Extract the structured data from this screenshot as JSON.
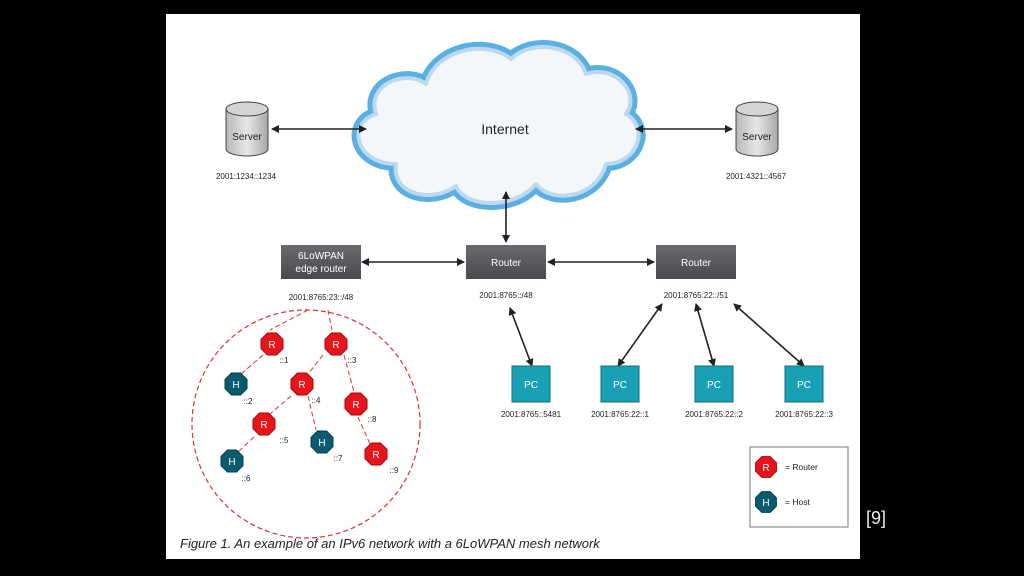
{
  "internet": {
    "label": "Internet"
  },
  "servers": [
    {
      "label": "Server",
      "address": "2001:1234::1234"
    },
    {
      "label": "Server",
      "address": "2001:4321::4567"
    }
  ],
  "edge_router": {
    "label_line1": "6LoWPAN",
    "label_line2": "edge router",
    "address": "2001:8765:23::/48"
  },
  "routers": [
    {
      "label": "Router",
      "address": "2001:8765::/48"
    },
    {
      "label": "Router",
      "address": "2001:8765:22::/51"
    }
  ],
  "pcs": [
    {
      "label": "PC",
      "address": "2001:8765::5481"
    },
    {
      "label": "PC",
      "address": "2001:8765:22::1"
    },
    {
      "label": "PC",
      "address": "2001:8765:22::2"
    },
    {
      "label": "PC",
      "address": "2001:8765:22::3"
    }
  ],
  "mesh_nodes": [
    {
      "letter": "R",
      "addr": "::1",
      "kind": "router"
    },
    {
      "letter": "R",
      "addr": "::3",
      "kind": "router"
    },
    {
      "letter": "H",
      "addr": "::2",
      "kind": "host"
    },
    {
      "letter": "R",
      "addr": "::4",
      "kind": "router"
    },
    {
      "letter": "R",
      "addr": "::8",
      "kind": "router"
    },
    {
      "letter": "R",
      "addr": "::5",
      "kind": "router"
    },
    {
      "letter": "H",
      "addr": "::7",
      "kind": "host"
    },
    {
      "letter": "H",
      "addr": "::6",
      "kind": "host"
    },
    {
      "letter": "R",
      "addr": "::9",
      "kind": "router"
    }
  ],
  "legend": {
    "router": {
      "letter": "R",
      "label": "= Router"
    },
    "host": {
      "letter": "H",
      "label": "= Host"
    }
  },
  "caption": "Figure 1. An example of an IPv6 network with a 6LoWPAN mesh network",
  "citation": "[9]",
  "colors": {
    "router_node": "#e8141c",
    "host_node": "#0c5a6e",
    "pc_box": "#1aa0b4",
    "router_box": "#5a5a5e",
    "cloud_outline": "#4aa8e0",
    "mesh_link": "#e03030"
  }
}
